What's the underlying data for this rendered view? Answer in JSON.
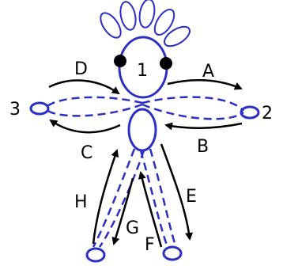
{
  "colors": {
    "figure": "#2b2fc4",
    "arrow": "#000000",
    "marker": "#000000",
    "background": "#ffffff"
  },
  "labels": {
    "head": "1",
    "right_hand": "2",
    "left_hand": "3",
    "arrow_a": "A",
    "arrow_b": "B",
    "arrow_c": "C",
    "arrow_d": "D",
    "arrow_e": "E",
    "arrow_f": "F",
    "arrow_g": "G",
    "arrow_h": "H"
  }
}
